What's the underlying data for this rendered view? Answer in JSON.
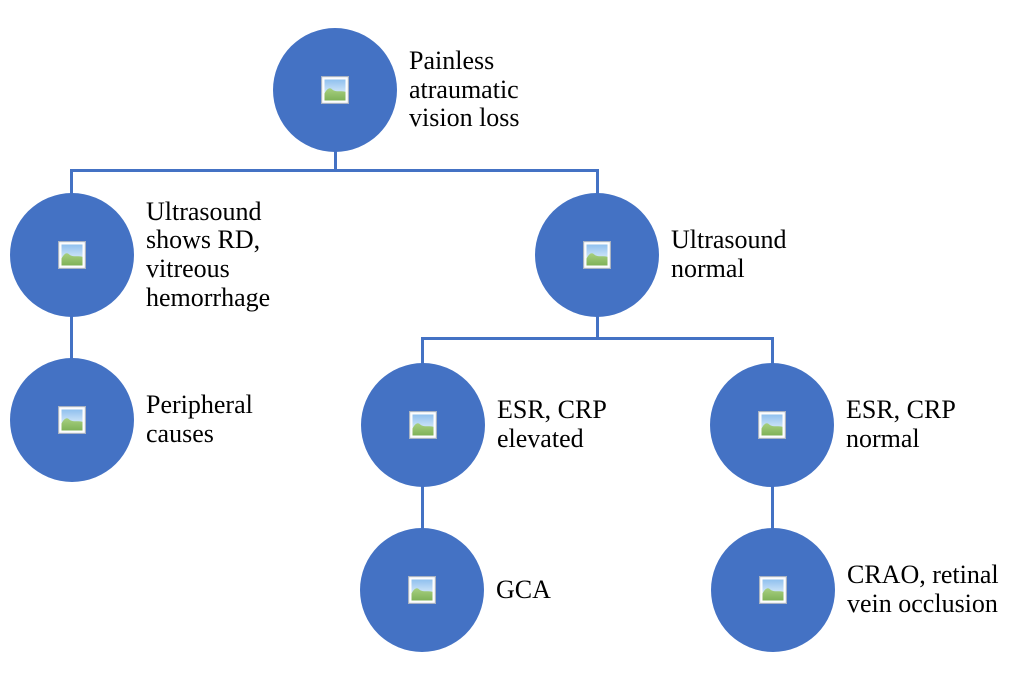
{
  "diagram": {
    "type": "decision-tree-flowchart",
    "background_color": "#ffffff",
    "node_fill_color": "#4472C4",
    "connector_color": "#4472C4",
    "text_color": "#000000",
    "node_icon": "picture-placeholder-icon",
    "nodes": [
      {
        "id": "painless-vision-loss",
        "label": "Painless\natraumatic\nvision loss"
      },
      {
        "id": "ultrasound-rd-vitreous-hemorrhage",
        "label": "Ultrasound\nshows RD,\nvitreous\nhemorrhage"
      },
      {
        "id": "ultrasound-normal",
        "label": "Ultrasound\nnormal"
      },
      {
        "id": "peripheral-causes",
        "label": "Peripheral\ncauses"
      },
      {
        "id": "esr-crp-elevated",
        "label": "ESR, CRP\nelevated"
      },
      {
        "id": "esr-crp-normal",
        "label": "ESR, CRP\nnormal"
      },
      {
        "id": "gca",
        "label": "GCA"
      },
      {
        "id": "crao-retinal-vein-occlusion",
        "label": "CRAO, retinal\nvein occlusion"
      }
    ],
    "edges": [
      {
        "from": "painless-vision-loss",
        "to": "ultrasound-rd-vitreous-hemorrhage"
      },
      {
        "from": "painless-vision-loss",
        "to": "ultrasound-normal"
      },
      {
        "from": "ultrasound-rd-vitreous-hemorrhage",
        "to": "peripheral-causes"
      },
      {
        "from": "ultrasound-normal",
        "to": "esr-crp-elevated"
      },
      {
        "from": "ultrasound-normal",
        "to": "esr-crp-normal"
      },
      {
        "from": "esr-crp-elevated",
        "to": "gca"
      },
      {
        "from": "esr-crp-normal",
        "to": "crao-retinal-vein-occlusion"
      }
    ]
  }
}
